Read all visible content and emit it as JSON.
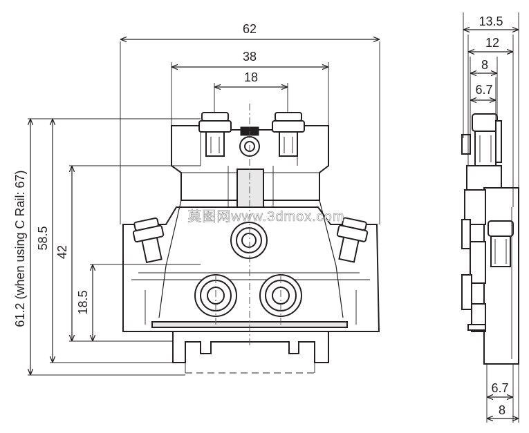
{
  "dimensions": {
    "front_overall_width": "62",
    "front_outer_screw_span": "38",
    "front_inner_screw_span": "18",
    "front_height_c_rail": "61.2 (when using C Rail: 67)",
    "front_height": "58.5",
    "front_upper_level": "42",
    "front_lower_level": "18.5",
    "side_overall_depth": "13.5",
    "side_depth_12": "12",
    "side_depth_8": "8",
    "side_depth_6_7": "6.7",
    "side_bottom_6_7": "6.7",
    "side_bottom_8": "8"
  },
  "watermark": "莫图网www.3dmox.com"
}
